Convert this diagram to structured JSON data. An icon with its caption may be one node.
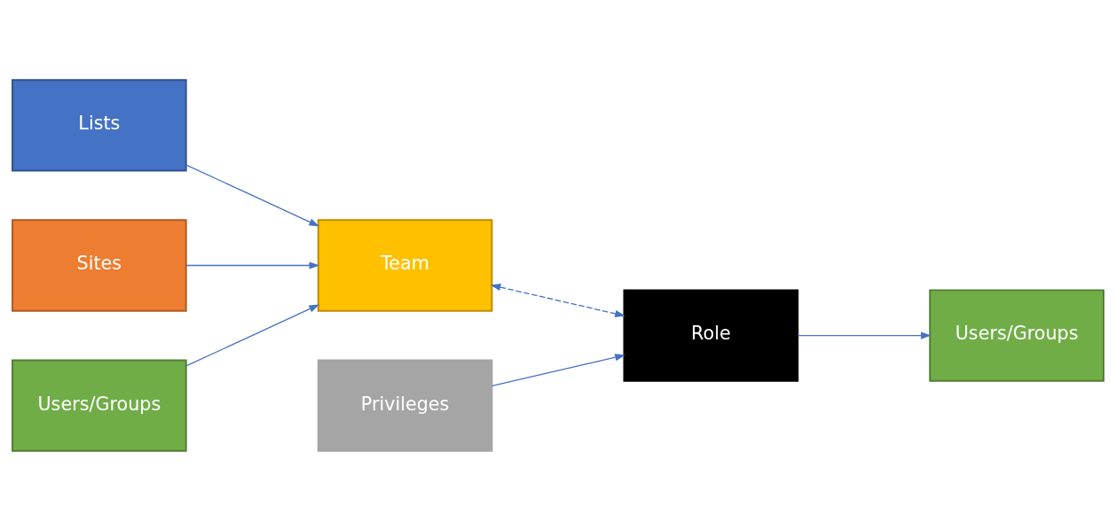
{
  "diagram": {
    "nodes": [
      {
        "text": [
          "Lists"
        ]
      },
      {
        "text": [
          "Sites"
        ]
      },
      {
        "text": [
          "Users/Groups"
        ]
      },
      {
        "text": [
          "Team"
        ]
      },
      {
        "text": [
          "Privileges"
        ]
      },
      {
        "text": [
          "Role"
        ]
      },
      {
        "text": [
          "Users/Groups"
        ]
      }
    ],
    "edges": [
      {
        "from": 0,
        "to": 3,
        "arrow": "to"
      },
      {
        "from": 1,
        "to": 3,
        "arrow": "to"
      },
      {
        "from": 2,
        "to": 3,
        "arrow": "to"
      },
      {
        "from": 3,
        "to": 5,
        "arrow": "both",
        "style": "dashed"
      },
      {
        "from": 4,
        "to": 5,
        "arrow": "to"
      },
      {
        "from": 5,
        "to": 6,
        "arrow": "to"
      }
    ]
  }
}
